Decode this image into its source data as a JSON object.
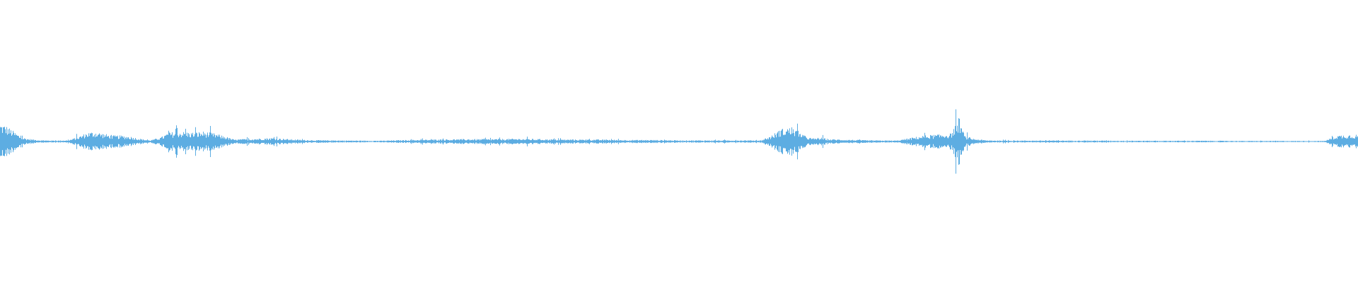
{
  "waveform": {
    "color": "#5dade2",
    "background": "#ffffff",
    "duration_fraction_end": 1.0,
    "amplitude_envelope": [
      {
        "t": 0.0,
        "a": 0.09
      },
      {
        "t": 0.004,
        "a": 0.08
      },
      {
        "t": 0.008,
        "a": 0.06
      },
      {
        "t": 0.012,
        "a": 0.04
      },
      {
        "t": 0.016,
        "a": 0.02
      },
      {
        "t": 0.022,
        "a": 0.012
      },
      {
        "t": 0.03,
        "a": 0.006
      },
      {
        "t": 0.04,
        "a": 0.005
      },
      {
        "t": 0.05,
        "a": 0.006
      },
      {
        "t": 0.058,
        "a": 0.025
      },
      {
        "t": 0.064,
        "a": 0.045
      },
      {
        "t": 0.07,
        "a": 0.05
      },
      {
        "t": 0.076,
        "a": 0.04
      },
      {
        "t": 0.082,
        "a": 0.03
      },
      {
        "t": 0.09,
        "a": 0.03
      },
      {
        "t": 0.096,
        "a": 0.025
      },
      {
        "t": 0.102,
        "a": 0.015
      },
      {
        "t": 0.11,
        "a": 0.006
      },
      {
        "t": 0.118,
        "a": 0.02
      },
      {
        "t": 0.124,
        "a": 0.045
      },
      {
        "t": 0.132,
        "a": 0.05
      },
      {
        "t": 0.142,
        "a": 0.045
      },
      {
        "t": 0.15,
        "a": 0.05
      },
      {
        "t": 0.158,
        "a": 0.04
      },
      {
        "t": 0.166,
        "a": 0.025
      },
      {
        "t": 0.172,
        "a": 0.01
      },
      {
        "t": 0.18,
        "a": 0.012
      },
      {
        "t": 0.19,
        "a": 0.015
      },
      {
        "t": 0.2,
        "a": 0.018
      },
      {
        "t": 0.212,
        "a": 0.012
      },
      {
        "t": 0.224,
        "a": 0.008
      },
      {
        "t": 0.24,
        "a": 0.006
      },
      {
        "t": 0.26,
        "a": 0.005
      },
      {
        "t": 0.28,
        "a": 0.004
      },
      {
        "t": 0.3,
        "a": 0.008
      },
      {
        "t": 0.32,
        "a": 0.01
      },
      {
        "t": 0.34,
        "a": 0.012
      },
      {
        "t": 0.36,
        "a": 0.012
      },
      {
        "t": 0.38,
        "a": 0.014
      },
      {
        "t": 0.4,
        "a": 0.012
      },
      {
        "t": 0.42,
        "a": 0.01
      },
      {
        "t": 0.44,
        "a": 0.01
      },
      {
        "t": 0.46,
        "a": 0.008
      },
      {
        "t": 0.48,
        "a": 0.008
      },
      {
        "t": 0.5,
        "a": 0.006
      },
      {
        "t": 0.52,
        "a": 0.006
      },
      {
        "t": 0.54,
        "a": 0.006
      },
      {
        "t": 0.56,
        "a": 0.006
      },
      {
        "t": 0.568,
        "a": 0.03
      },
      {
        "t": 0.574,
        "a": 0.06
      },
      {
        "t": 0.58,
        "a": 0.07
      },
      {
        "t": 0.586,
        "a": 0.06
      },
      {
        "t": 0.592,
        "a": 0.03
      },
      {
        "t": 0.598,
        "a": 0.015
      },
      {
        "t": 0.604,
        "a": 0.02
      },
      {
        "t": 0.61,
        "a": 0.012
      },
      {
        "t": 0.62,
        "a": 0.01
      },
      {
        "t": 0.64,
        "a": 0.006
      },
      {
        "t": 0.66,
        "a": 0.005
      },
      {
        "t": 0.672,
        "a": 0.02
      },
      {
        "t": 0.68,
        "a": 0.03
      },
      {
        "t": 0.69,
        "a": 0.035
      },
      {
        "t": 0.7,
        "a": 0.04
      },
      {
        "t": 0.706,
        "a": 0.12
      },
      {
        "t": 0.71,
        "a": 0.03
      },
      {
        "t": 0.716,
        "a": 0.015
      },
      {
        "t": 0.726,
        "a": 0.006
      },
      {
        "t": 0.74,
        "a": 0.005
      },
      {
        "t": 0.76,
        "a": 0.005
      },
      {
        "t": 0.78,
        "a": 0.005
      },
      {
        "t": 0.8,
        "a": 0.005
      },
      {
        "t": 0.83,
        "a": 0.004
      },
      {
        "t": 0.86,
        "a": 0.004
      },
      {
        "t": 0.89,
        "a": 0.004
      },
      {
        "t": 0.92,
        "a": 0.003
      },
      {
        "t": 0.95,
        "a": 0.003
      },
      {
        "t": 0.975,
        "a": 0.003
      },
      {
        "t": 0.984,
        "a": 0.03
      },
      {
        "t": 0.992,
        "a": 0.035
      },
      {
        "t": 1.0,
        "a": 0.035
      }
    ]
  }
}
